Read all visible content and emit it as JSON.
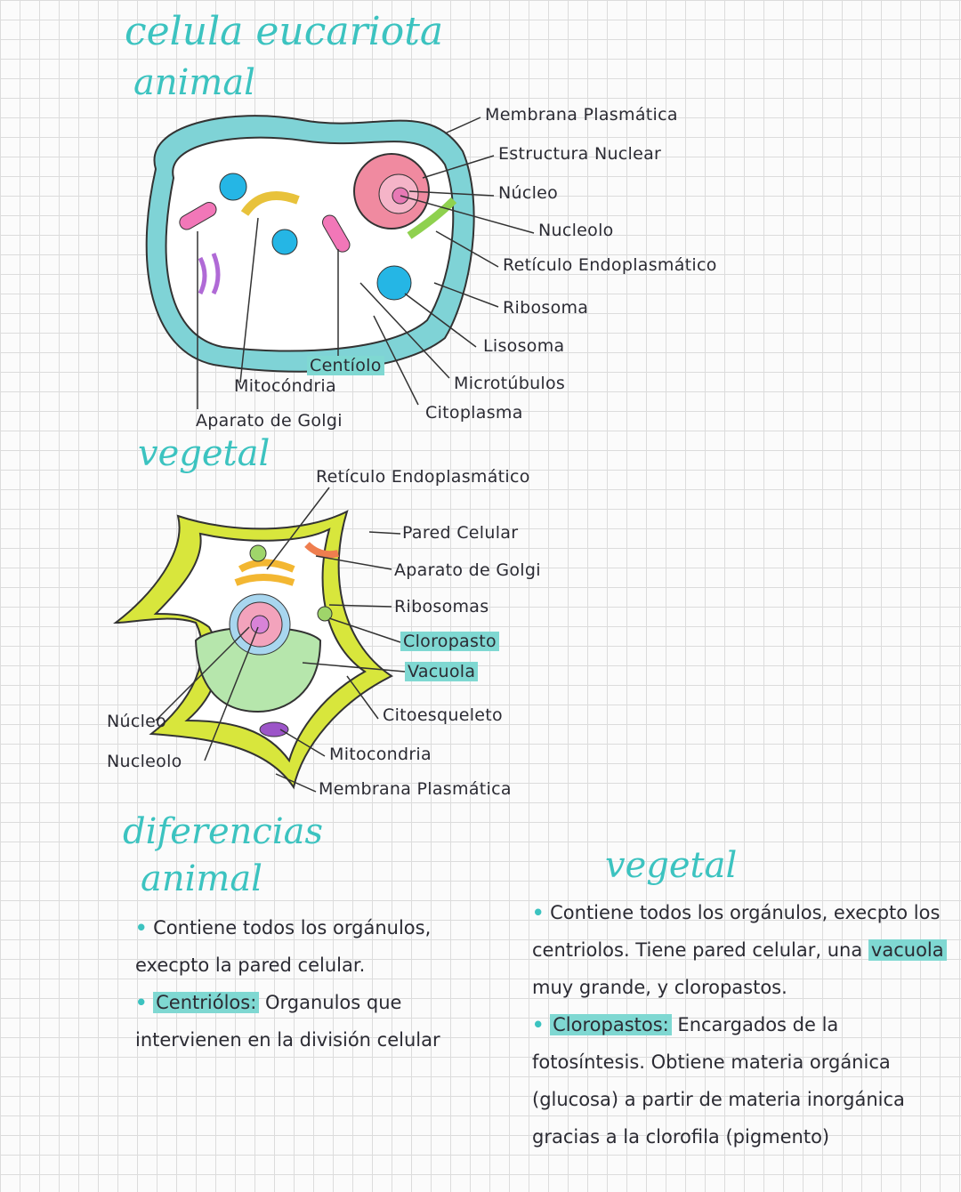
{
  "title": "celula eucariota",
  "animal_heading": "animal",
  "animal_labels": {
    "membrana": "Membrana Plasmática",
    "estructura": "Estructura Nuclear",
    "nucleo": "Núcleo",
    "nucleolo": "Nucleolo",
    "reticulo": "Retículo Endoplasmático",
    "ribosoma": "Ribosoma",
    "lisosoma": "Lisosoma",
    "microtubulos": "Microtúbulos",
    "citoplasma": "Citoplasma",
    "centriolo": "Centíolo",
    "mitocondria": "Mitocóndria",
    "golgi": "Aparato de Golgi"
  },
  "vegetal_heading": "vegetal",
  "vegetal_labels": {
    "reticulo": "Retículo Endoplasmático",
    "pared": "Pared Celular",
    "golgi": "Aparato de Golgi",
    "ribosomas": "Ribosomas",
    "cloroplasto": "Cloropasto",
    "vacuola": "Vacuola",
    "citoesqueleto": "Citoesqueleto",
    "mitocondria": "Mitocondria",
    "membrana": "Membrana Plasmática",
    "nucleo": "Núcleo",
    "nucleolo": "Nucleolo"
  },
  "diferencias": {
    "heading": "diferencias",
    "animal": {
      "heading": "animal",
      "p1": "Contiene todos los orgánulos, execpto la pared celular.",
      "term": "Centriólos:",
      "p2": "Organulos que intervienen en la división celular"
    },
    "vegetal": {
      "heading": "vegetal",
      "p1a": "Contiene todos los orgánulos, execpto los centriolos. Tiene pared celular, una",
      "term0": "vacuola",
      "p1b": "muy grande, y cloropastos.",
      "term": "Cloropastos:",
      "p2": "Encargados de la fotosíntesis. Obtiene materia orgánica (glucosa) a partir de materia inorgánica gracias a la clorofila (pigmento)"
    }
  },
  "colors": {
    "accent": "#3cc3c0",
    "highlight": "#7fd8d2"
  }
}
